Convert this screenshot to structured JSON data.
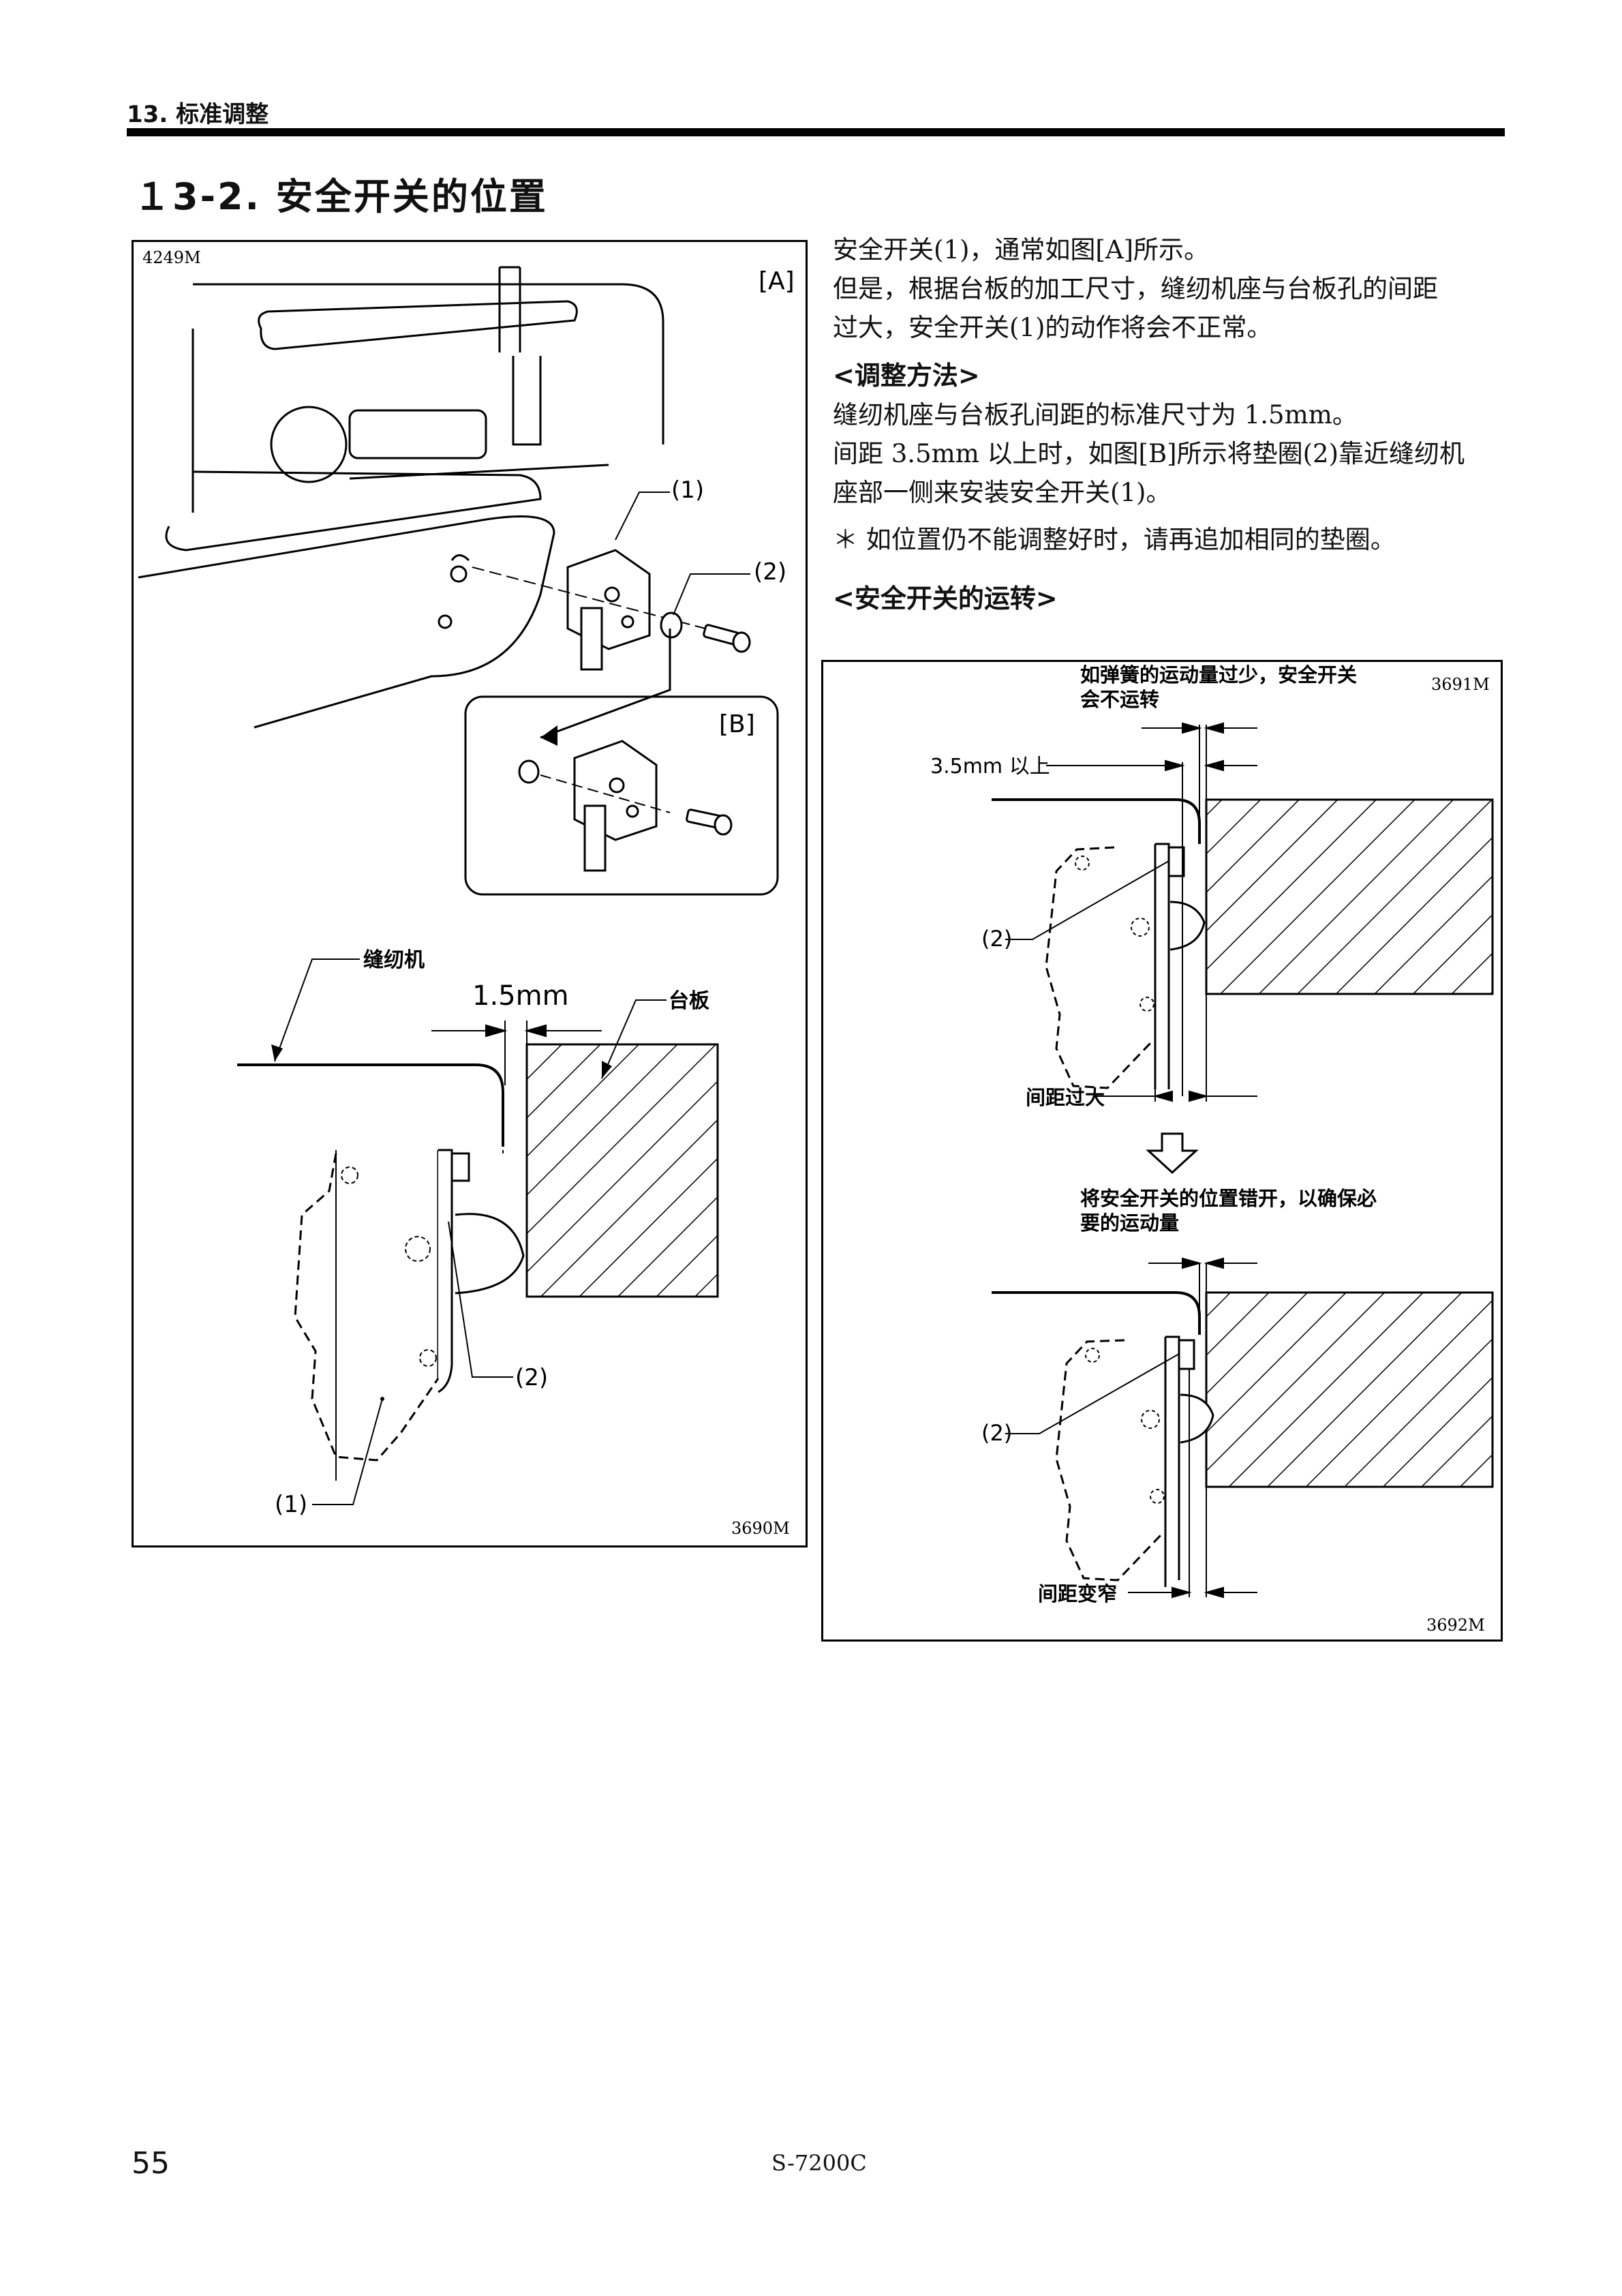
{
  "header": {
    "title": "13. 标准调整"
  },
  "section": {
    "title": "１3-2. 安全开关的位置"
  },
  "intro": {
    "line1": "安全开关(1)，通常如图[A]所示。",
    "line2": "但是，根据台板的加工尺寸，缝纫机座与台板孔的间距",
    "line3": "过大，安全开关(1)的动作将会不正常。"
  },
  "adjust": {
    "heading": "<调整方法>",
    "line1": "缝纫机座与台板孔间距的标准尺寸为 1.5mm。",
    "line2": "间距 3.5mm 以上时，如图[B]所示将垫圈(2)靠近缝纫机",
    "line3": "座部一侧来安装安全开关(1)。",
    "note": "＊ 如位置仍不能调整好时，请再追加相同的垫圈。"
  },
  "operation": {
    "heading": "<安全开关的运转>"
  },
  "figure_left": {
    "code_top": "4249M",
    "code_bottom": "3690M",
    "label_a": "[A]",
    "label_b": "[B]",
    "callout_1": "(1)",
    "callout_2": "(2)",
    "machine_label": "缝纫机",
    "gap_label": "1.5mm",
    "table_label": "台板",
    "lower_callout_2": "(2)",
    "lower_callout_1": "(1)"
  },
  "figure_right": {
    "code": "3691M",
    "code_bottom": "3692M",
    "note_top_1": "如弹簧的运动量过少，安全开关",
    "note_top_2": "会不运转",
    "gap_label": "3.5mm 以上",
    "callout_2a": "(2)",
    "gap_large": "间距过大",
    "note_mid_1": "将安全开关的位置错开，以确保必",
    "note_mid_2": "要的运动量",
    "callout_2b": "(2)",
    "gap_small": "间距变窄"
  },
  "footer": {
    "page_number": "55",
    "model": "S-7200C"
  }
}
